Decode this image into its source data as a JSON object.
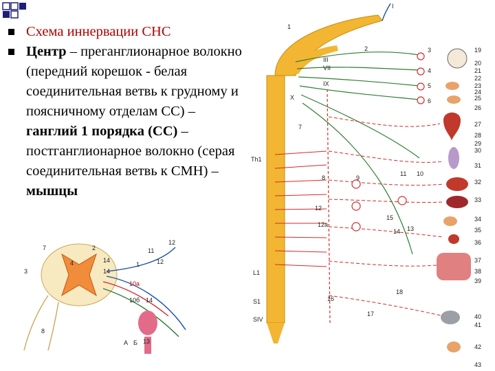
{
  "slide": {
    "bullets": [
      {
        "segments": [
          {
            "text": "Схема иннервации СНС",
            "style": "title"
          }
        ]
      },
      {
        "segments": [
          {
            "text": "Центр",
            "style": "bold"
          },
          {
            "text": " – преганглионарное волокно (передний корешок - белая соединительная ветвь к грудному и поясничному отделам СС) – ",
            "style": "normal"
          },
          {
            "text": "ганглий 1 порядка (СС)",
            "style": "bold"
          },
          {
            "text": " – постганглионарное волокно (серая соединительная ветвь к СМН) – ",
            "style": "normal"
          },
          {
            "text": "мышцы",
            "style": "bold"
          }
        ]
      }
    ]
  },
  "colors": {
    "cns_yellow": "#f2b632",
    "fiber_red": "#d42a2a",
    "fiber_green": "#2e7d32",
    "fiber_blue": "#1f4fa8",
    "organ_red": "#c0392b",
    "organ_orange": "#e8a36a",
    "organ_purple": "#b79ac9",
    "organ_gray": "#9aa0a6"
  },
  "diagram_right": {
    "roman_labels": [
      "I",
      "III",
      "VII",
      "IX",
      "X"
    ],
    "spinal_labels": [
      "Th1",
      "L1",
      "S1",
      "SIV"
    ],
    "left_numbers": [
      "1",
      "2",
      "7"
    ],
    "middle_numbers": [
      "3",
      "4",
      "5",
      "6",
      "8",
      "9",
      "10",
      "11",
      "12",
      "12а",
      "13",
      "14",
      "15",
      "16",
      "17",
      "18"
    ],
    "organ_numbers": [
      "19",
      "20",
      "21",
      "22",
      "23",
      "24",
      "25",
      "26",
      "27",
      "28",
      "29",
      "30",
      "31",
      "32",
      "33",
      "34",
      "35",
      "36",
      "37",
      "38",
      "39",
      "40",
      "41",
      "42",
      "43"
    ]
  },
  "diagram_left": {
    "numbers": [
      "7",
      "2",
      "4",
      "14",
      "14",
      "3",
      "8",
      "11",
      "12",
      "12",
      "1",
      "10а",
      "10б",
      "14",
      "13"
    ],
    "letters": [
      "А",
      "Б"
    ]
  }
}
